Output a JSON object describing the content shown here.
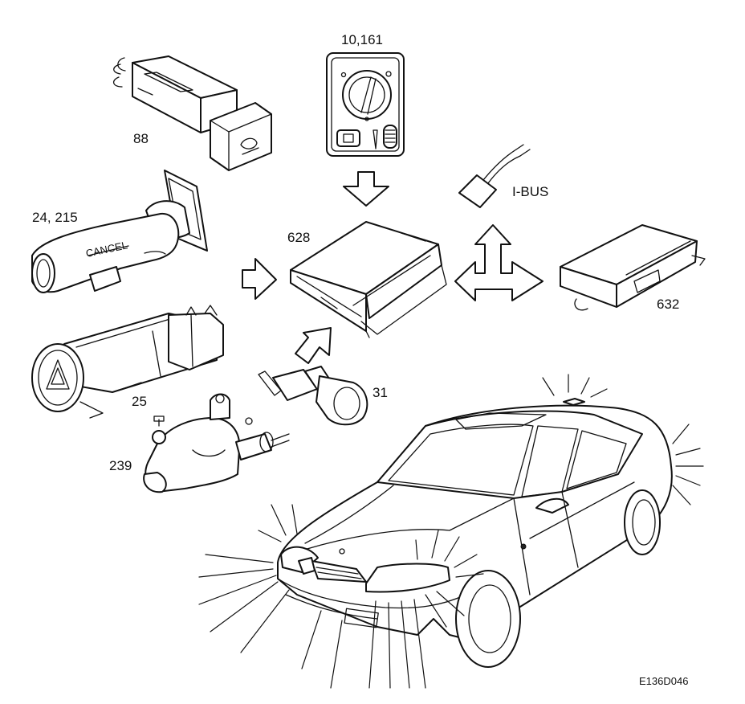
{
  "diagram": {
    "labels": {
      "light_switch": "10,161",
      "fog_light_switch": "88",
      "stalk_switch": "24, 215",
      "control_module": "628",
      "bus": "I-BUS",
      "second_module": "632",
      "hazard_switch": "25",
      "sensor": "31",
      "wiper_motor": "239"
    },
    "figure_code": "E136D046"
  }
}
